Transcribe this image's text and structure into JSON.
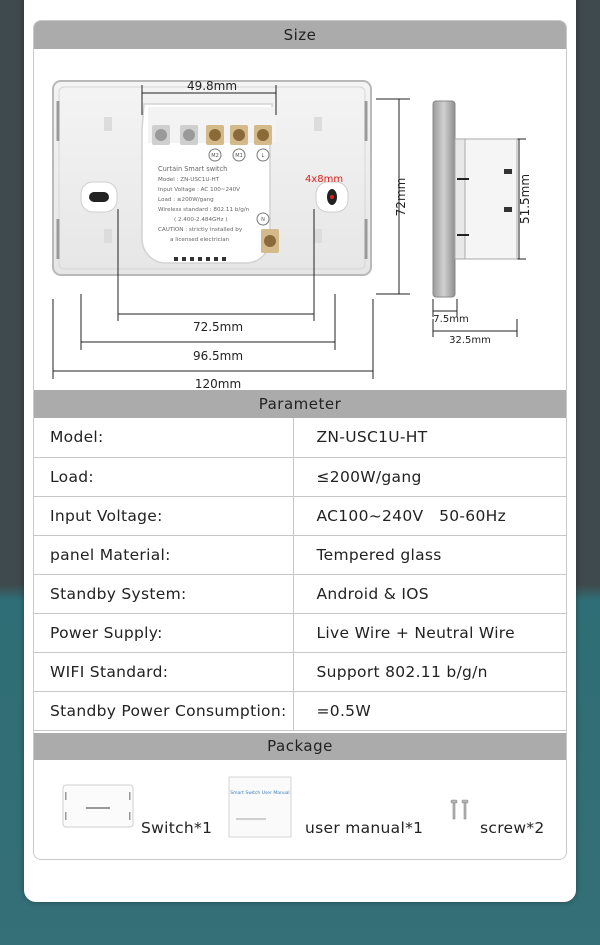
{
  "sections": {
    "size": "Size",
    "parameter": "Parameter",
    "package": "Package"
  },
  "dims": {
    "top_width": "49.8mm",
    "hole": "4x8mm",
    "height": "72mm",
    "inner": "72.5mm",
    "mid": "96.5mm",
    "total": "120mm",
    "side_h": "51.5mm",
    "depth1": "7.5mm",
    "depth2": "32.5mm"
  },
  "module": {
    "title": "Curtain Smart switch",
    "model": "Model : ZN-USC1U-HT",
    "voltage": "Input Voltage : AC 100~240V",
    "load": "Load : ≤200W/gang",
    "wireless": "Wireless standard : 802.11 b/g/n",
    "freq": "( 2.400-2.484GHz )",
    "caution1": "CAUTION : strictly installed by",
    "caution2": "a licensed electrician",
    "t_m2": "M2",
    "t_m1": "M1",
    "t_l": "L",
    "t_n": "N"
  },
  "parameters": [
    {
      "key": "Model:",
      "value": "ZN-USC1U-HT"
    },
    {
      "key": "Load:",
      "value": "≤200W/gang"
    },
    {
      "key": "Input Voltage:",
      "value": "AC100~240V   50-60Hz"
    },
    {
      "key": "panel Material:",
      "value": "Tempered glass"
    },
    {
      "key": "Standby System:",
      "value": "Android & IOS"
    },
    {
      "key": "Power Supply:",
      "value": "Live Wire + Neutral Wire"
    },
    {
      "key": "WIFI Standard:",
      "value": "Support 802.11 b/g/n"
    },
    {
      "key": "Standby Power Consumption:",
      "value": "=0.5W"
    }
  ],
  "package": {
    "switch": "Switch*1",
    "manual": "user manual*1",
    "manual_cover": "Smart Switch User Manual",
    "screw": "screw*2"
  },
  "colors": {
    "bar": "#ababab",
    "accent_red": "#e0201c",
    "background": "#3f4a4e",
    "teal": "#356f77"
  }
}
